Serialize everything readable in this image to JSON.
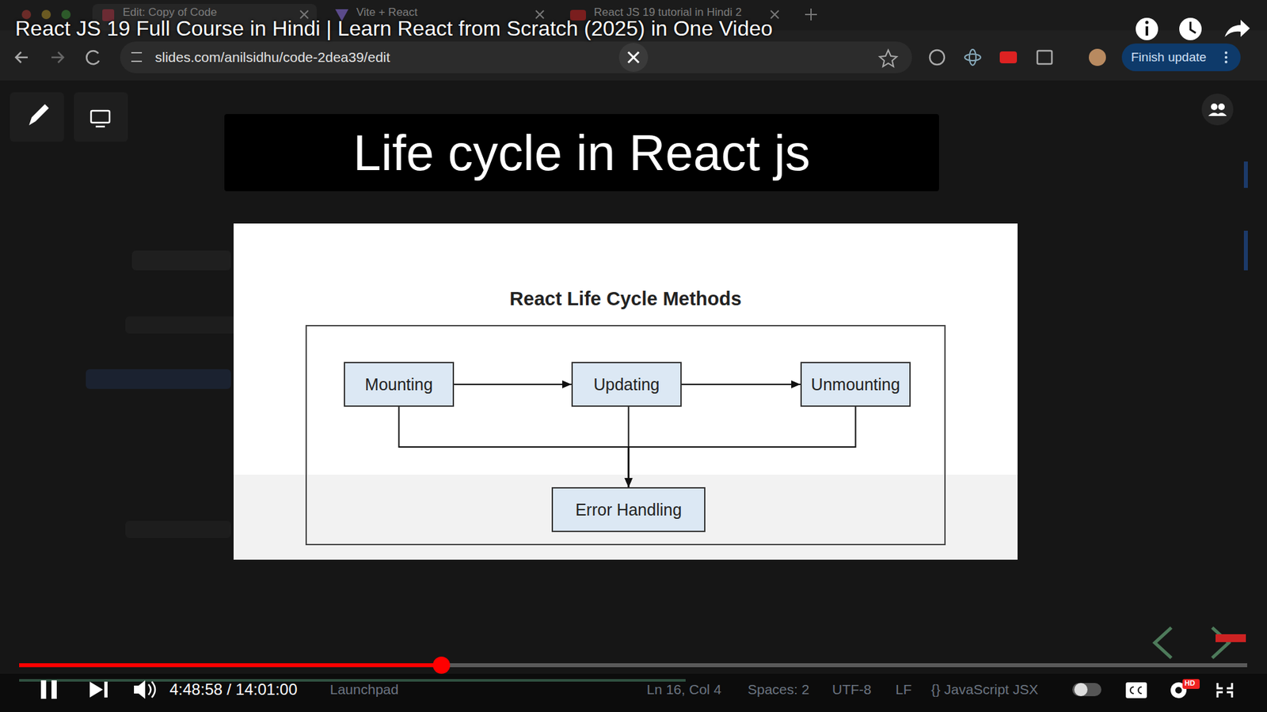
{
  "diagram": {
    "title": "Life cycle in React js",
    "nodes": [
      {
        "text": [
          "React Life Cycle Methods"
        ]
      },
      {
        "text": [
          "Mounting"
        ],
        "in": 0
      },
      {
        "text": [
          "Updating"
        ],
        "in": 0
      },
      {
        "text": [
          "Unmounting"
        ],
        "in": 0
      },
      {
        "text": [
          "Error Handling"
        ],
        "in": 0
      }
    ],
    "edges": [
      {
        "from": 1,
        "to": 2,
        "arrow": "to"
      },
      {
        "from": 2,
        "to": 3,
        "arrow": "to"
      },
      {
        "from": 1,
        "to": 4,
        "arrow": "to"
      },
      {
        "from": 2,
        "to": 4,
        "arrow": "to"
      },
      {
        "from": 3,
        "to": 4,
        "arrow": "to"
      }
    ],
    "labels": [
      "React JS 19 Full Course in Hindi | Learn React from Scratch (2025) in One Video",
      "Edit: Copy of Code",
      "Vite + React",
      "React JS 19 tutorial in Hindi 2",
      "slides.com/anilsidhu/code-2dea39/edit",
      "Finish update",
      "4:48:58 / 14:01:00",
      "Launchpad",
      "Ln 16, Col 4",
      "Spaces: 2",
      "UTF-8",
      "LF",
      "{} JavaScript JSX",
      "HD"
    ]
  }
}
